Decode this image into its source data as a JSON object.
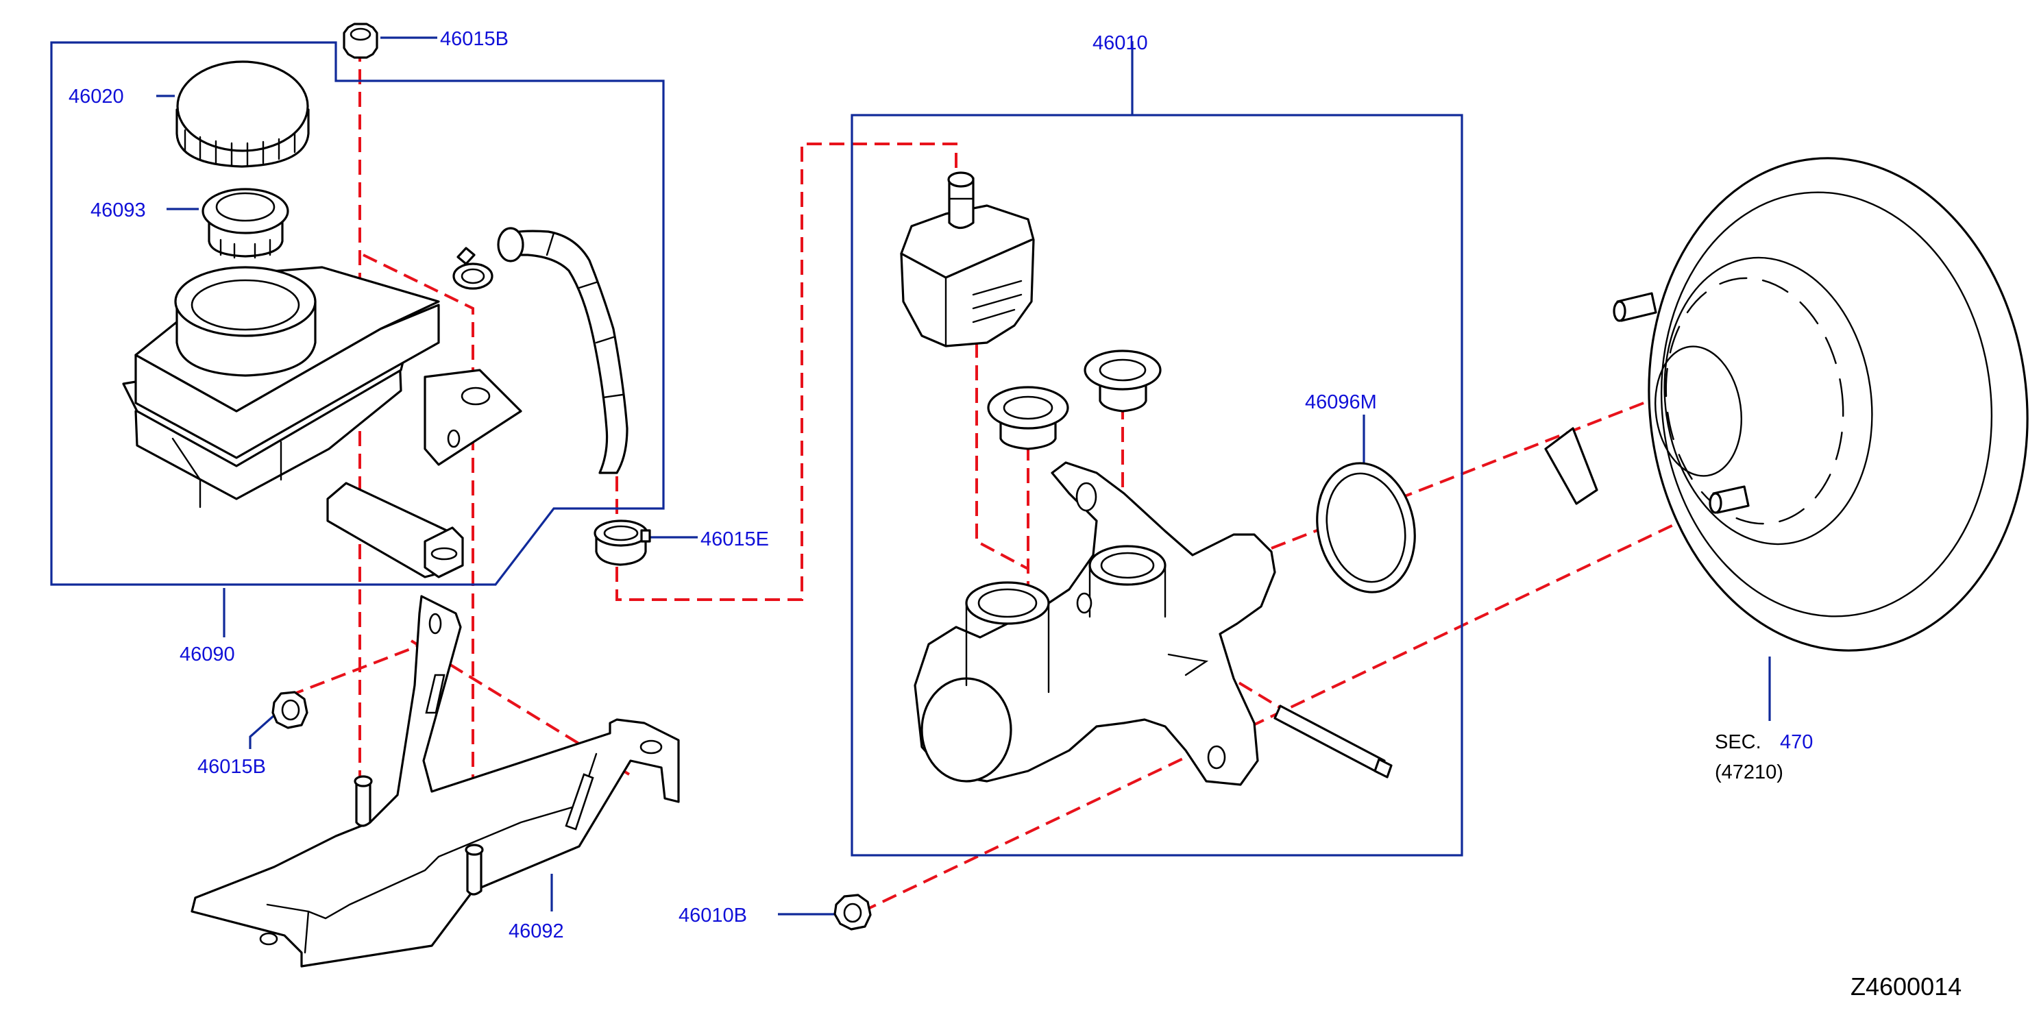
{
  "diagram_id": "Z4600014",
  "colors": {
    "callout_text": "#1010d8",
    "leader_line": "#102a9a",
    "dashed_guide": "#e8121b",
    "part_outline": "#000000"
  },
  "callouts": {
    "p46015B_top": "46015B",
    "p46020": "46020",
    "p46093": "46093",
    "p46090": "46090",
    "p46015E": "46015E",
    "p46015B_bottom": "46015B",
    "p46092": "46092",
    "p46010": "46010",
    "p46096M": "46096M",
    "p46010B": "46010B"
  },
  "section_ref": {
    "prefix": "SEC.",
    "number": "470",
    "sub": "(47210)"
  }
}
